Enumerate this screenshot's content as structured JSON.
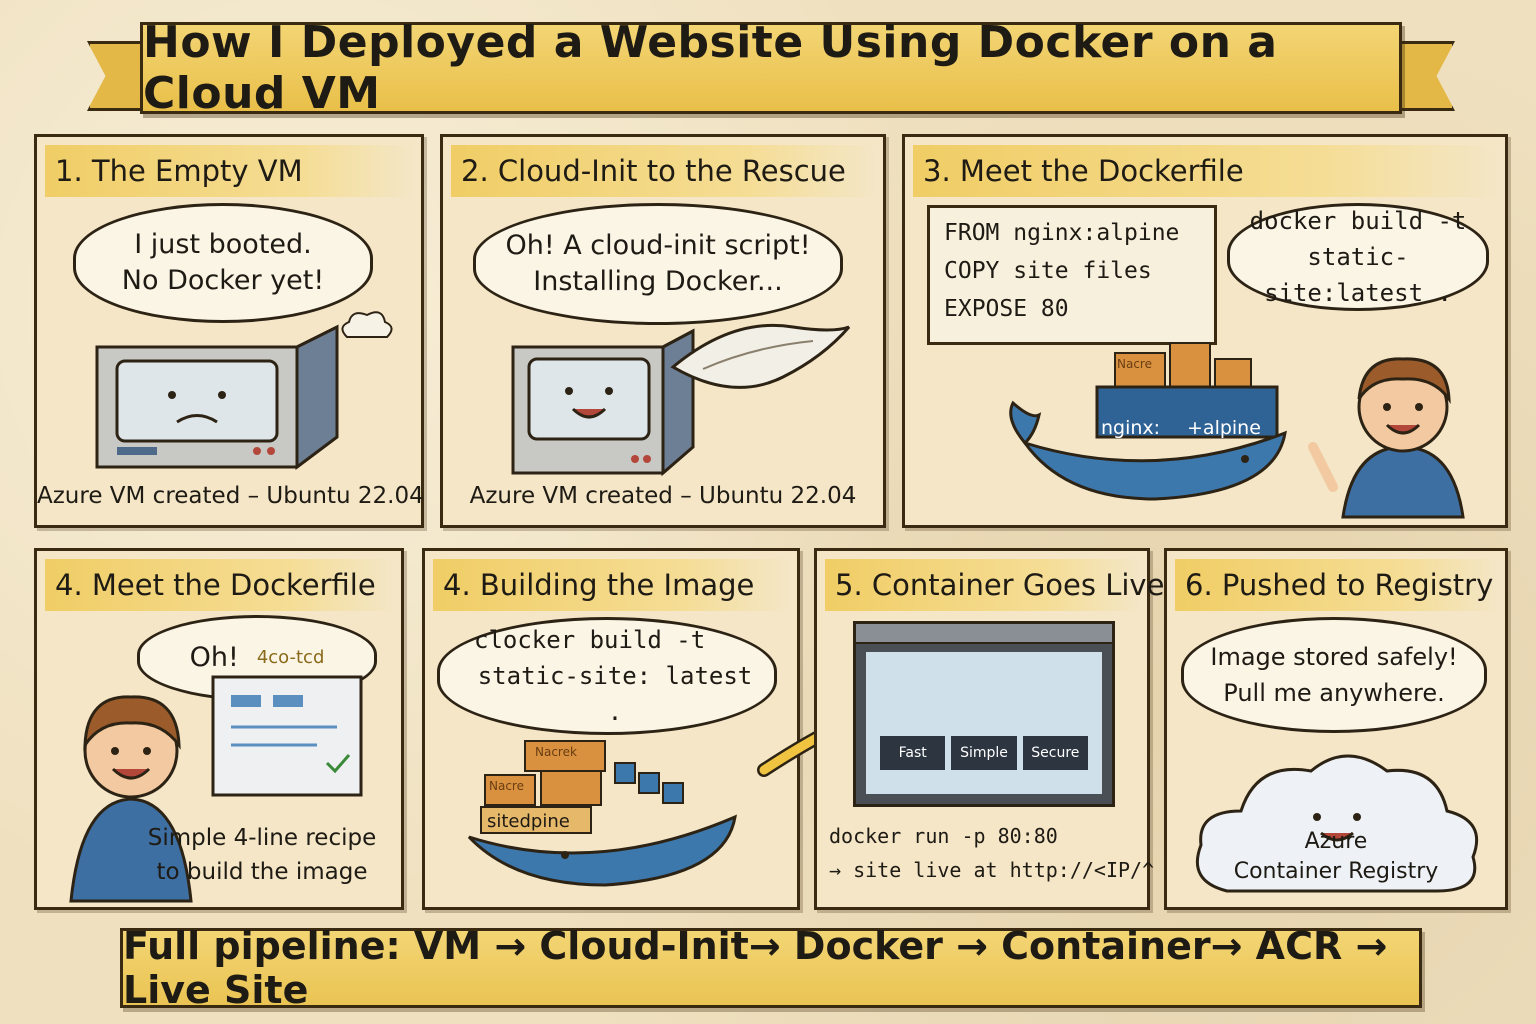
{
  "header": {
    "title": "How I Deployed a Website Using Docker on a Cloud VM"
  },
  "panels": [
    {
      "title": "1. The Empty VM",
      "bubble": [
        "I just booted.",
        "No Docker yet!"
      ],
      "caption": "Azure VM created – Ubuntu 22.04"
    },
    {
      "title": "2. Cloud-Init to the Rescue",
      "bubble": [
        "Oh! A cloud-init script!",
        "Installing Docker..."
      ],
      "caption": "Azure VM created – Ubuntu 22.04"
    },
    {
      "title": "3. Meet the Dockerfile",
      "code_lines": [
        "FROM nginx:alpine",
        "COPY site files",
        "EXPOSE 80"
      ],
      "bubble": [
        "docker build -t",
        "static-site:latest ."
      ],
      "box_labels": [
        "nginx:",
        "+alpine",
        "Nacre"
      ]
    },
    {
      "title": "4. Meet the Dockerfile",
      "bubble": [
        "Oh!",
        "4co-tcd"
      ],
      "caption": [
        "Simple 4-line recipe",
        "to build the image"
      ]
    },
    {
      "title": "4. Building the Image",
      "bubble": [
        "clocker build -t",
        "static-site: latest ."
      ],
      "box_labels": [
        "sitedpine",
        "Nacre",
        "Nacrek"
      ]
    },
    {
      "title": "5. Container Goes Live",
      "screen_buttons": [
        "Fast",
        "Simple",
        "Secure"
      ],
      "caption": [
        "docker run -p 80:80",
        "→ site live at http://<IP/^"
      ]
    },
    {
      "title": "6. Pushed to Registry",
      "bubble": [
        "Image stored safely!",
        "Pull me anywhere."
      ],
      "cloud_label": [
        "Azure",
        "Container Registry"
      ]
    }
  ],
  "footer": {
    "pipeline": "Full pipeline: VM → Cloud-Init→ Docker → Container→ ACR → Live Site"
  },
  "colors": {
    "banner": "#f0cd5e",
    "paper": "#efe0bf",
    "docker_blue": "#3d78ad",
    "ink": "#2d2315",
    "crate": "#d9913f"
  }
}
